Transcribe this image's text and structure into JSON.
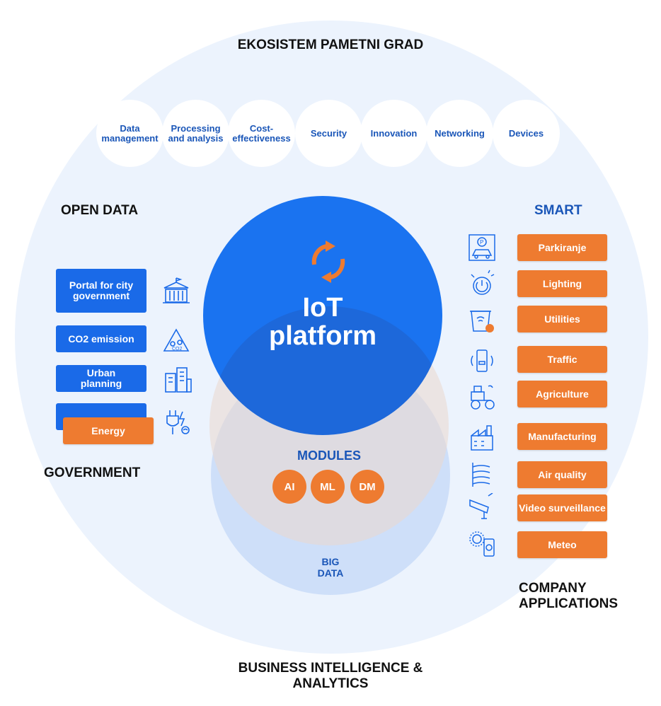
{
  "diagram": {
    "title_top": "EKOSISTEM PAMETNI GRAD",
    "title_bottom_line1": "BUSINESS INTELLIGENCE &",
    "title_bottom_line2": "ANALYTICS",
    "pillars": [
      {
        "line1": "Data",
        "line2": "management"
      },
      {
        "line1": "Processing",
        "line2": "and analysis"
      },
      {
        "line1": "Cost-",
        "line2": "effectiveness"
      },
      {
        "line1": "Security",
        "line2": ""
      },
      {
        "line1": "Innovation",
        "line2": ""
      },
      {
        "line1": "Networking",
        "line2": ""
      },
      {
        "line1": "Devices",
        "line2": ""
      }
    ],
    "open_data_label": "OPEN DATA",
    "government_label": "GOVERNMENT",
    "smart_label": "SMART",
    "company_label_line1": "COMPANY",
    "company_label_line2": "APPLICATIONS",
    "iot_line1": "IoT",
    "iot_line2": "platform",
    "modules_label": "MODULES",
    "modules": [
      "AI",
      "ML",
      "DM"
    ],
    "bigdata_line1": "BIG",
    "bigdata_line2": "DATA",
    "government_items": [
      {
        "line1": "Portal for city",
        "line2": "government",
        "icon": "city-hall-icon"
      },
      {
        "line1": "CO2 emission",
        "line2": "",
        "icon": "co2-icon"
      },
      {
        "line1": "Urban",
        "line2": "planning",
        "icon": "buildings-icon"
      },
      {
        "line1": "Energy",
        "line2": "",
        "icon": "plug-icon"
      }
    ],
    "company_apps": [
      {
        "label": "Parkiranje",
        "icon": "parking-icon"
      },
      {
        "label": "Lighting",
        "icon": "lightbulb-icon"
      },
      {
        "label": "Utilities",
        "icon": "bin-icon"
      },
      {
        "label": "Traffic",
        "icon": "car-phone-icon"
      },
      {
        "label": "Agriculture",
        "icon": "tractor-icon"
      },
      {
        "label": "Manufacturing",
        "icon": "factory-icon"
      },
      {
        "label": "Air quality",
        "icon": "air-icon"
      },
      {
        "label": "Video surveillance",
        "icon": "camera-icon"
      },
      {
        "label": "Meteo",
        "icon": "weather-icon"
      }
    ],
    "colors": {
      "blue": "#1a6ae8",
      "orange": "#ee7b30",
      "light_bg": "#ecf3fd",
      "dark_text": "#1a56b8"
    }
  }
}
